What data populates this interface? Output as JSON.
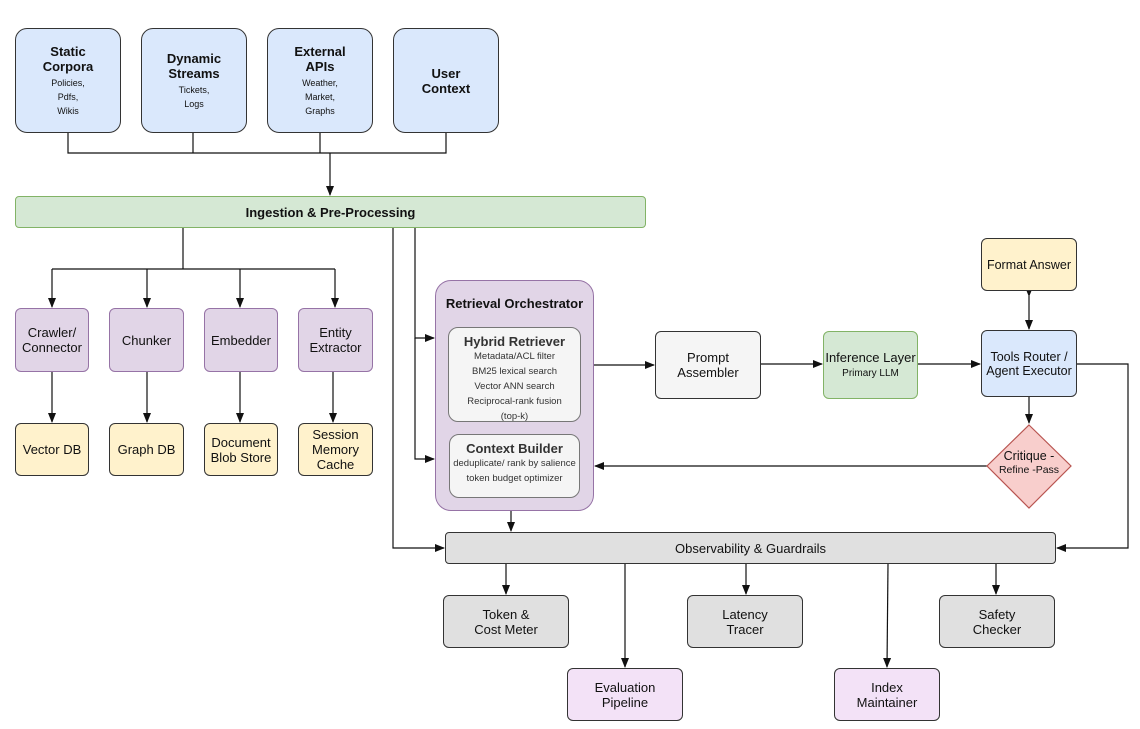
{
  "sources": [
    {
      "title": "Static\nCorpora",
      "sub": "Policies,\nPdfs,\nWikis"
    },
    {
      "title": "Dynamic\nStreams",
      "sub": "Tickets,\nLogs"
    },
    {
      "title": "External\nAPIs",
      "sub": "Weather,\nMarket,\nGraphs"
    },
    {
      "title": "User\nContext",
      "sub": ""
    }
  ],
  "ingestion": "Ingestion & Pre-Processing",
  "processors": [
    "Crawler/\nConnector",
    "Chunker",
    "Embedder",
    "Entity\nExtractor"
  ],
  "stores": [
    "Vector DB",
    "Graph DB",
    "Document\nBlob Store",
    "Session\nMemory\nCache"
  ],
  "orchestrator": {
    "title": "Retrieval Orchestrator",
    "hybrid": {
      "title": "Hybrid Retriever",
      "lines": [
        "Metadata/ACL filter",
        "BM25 lexical search",
        "Vector ANN search",
        "Reciprocal-rank fusion",
        "(top-k)"
      ]
    },
    "context": {
      "title": "Context Builder",
      "lines": [
        "deduplicate/ rank by salience",
        "token budget optimizer"
      ]
    }
  },
  "prompt_assembler": "Prompt\nAssembler",
  "inference": {
    "title": "Inference Layer",
    "sub": "Primary LLM"
  },
  "tools_router": "Tools Router /\nAgent Executor",
  "format_answer": "Format Answer",
  "critique": {
    "title": "Critique -",
    "sub": "Refine -Pass"
  },
  "observability": "Observability & Guardrails",
  "monitors": [
    "Token &\nCost Meter",
    "Latency\nTracer",
    "Safety\nChecker"
  ],
  "downstream": [
    "Evaluation\nPipeline",
    "Index\nMaintainer"
  ],
  "colors": {
    "blue": "#dae8fc",
    "green": "#d5e8d4",
    "purple": "#e1d5e7",
    "yellow": "#fff2cc",
    "gray": "#e0e0e0",
    "pink": "#f3e2f7",
    "critique": "#f8cecc"
  }
}
